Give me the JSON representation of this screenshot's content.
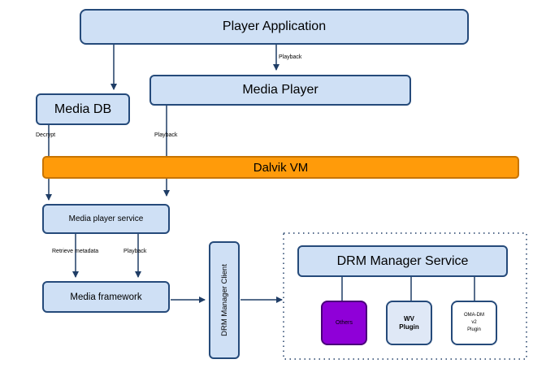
{
  "diagram": {
    "player_application": "Player Application",
    "media_player": "Media Player",
    "media_db": "Media DB",
    "dalvik_vm": "Dalvik VM",
    "media_player_service": "Media player service",
    "media_framework": "Media framework",
    "drm_manager_client": "DRM Manager Client",
    "drm_manager_service": "DRM Manager Service",
    "plugins": {
      "others": "Others",
      "wv_line1": "WV",
      "wv_line2": "Plugin",
      "oma_line1": "OMA-DM",
      "oma_line2": "v2",
      "oma_line3": "Plugin"
    },
    "edge_labels": {
      "playback_top": "Playback",
      "decrypt": "Decrypt",
      "playback_mid": "Playback",
      "retrieve_metadata": "Retrieve metadata",
      "playback_bottom": "Playback"
    }
  },
  "colors": {
    "box_fill": "#cfe0f5",
    "box_border": "#254a7a",
    "dalvik_fill": "#ff9b0a",
    "dalvik_border": "#c87400",
    "others_fill": "#8f00d8",
    "others_border": "#4a007a",
    "wv_fill": "#dfe8f6",
    "oma_fill": "#ffffff",
    "arrow": "#1f3d66"
  }
}
